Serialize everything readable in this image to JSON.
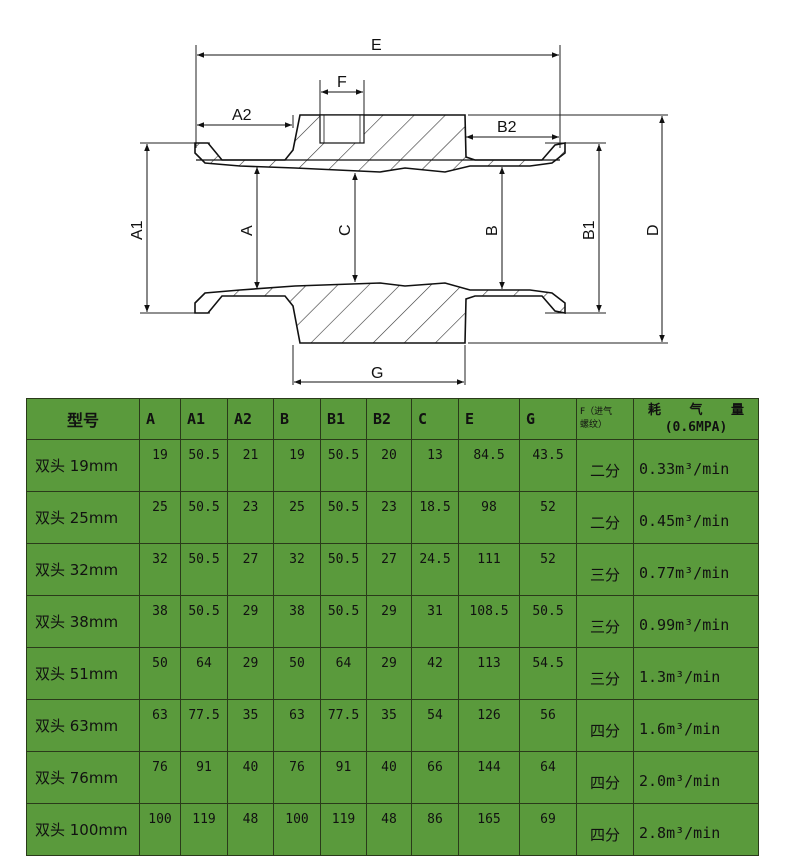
{
  "drawing": {
    "labels": {
      "E": "E",
      "F": "F",
      "A2": "A2",
      "B2": "B2",
      "A1": "A1",
      "A": "A",
      "C": "C",
      "B": "B",
      "B1": "B1",
      "D": "D",
      "G": "G"
    }
  },
  "table": {
    "headers": {
      "type": "型号",
      "A": "A",
      "A1": "A1",
      "A2": "A2",
      "B": "B",
      "B1": "B1",
      "B2": "B2",
      "C": "C",
      "E": "E",
      "G": "G",
      "F_line1": "F（进气",
      "F_line2": "螺纹）",
      "cons_w1": "耗",
      "cons_w2": "气",
      "cons_w3": "量",
      "cons_pressure": "(0.6MPA)"
    },
    "rows": [
      {
        "model": "双头 19mm",
        "A": "19",
        "A1": "50.5",
        "A2": "21",
        "B": "19",
        "B1": "50.5",
        "B2": "20",
        "C": "13",
        "E": "84.5",
        "G": "43.5",
        "F": "二分",
        "cons": "0.33m³/min"
      },
      {
        "model": "双头 25mm",
        "A": "25",
        "A1": "50.5",
        "A2": "23",
        "B": "25",
        "B1": "50.5",
        "B2": "23",
        "C": "18.5",
        "E": "98",
        "G": "52",
        "F": "二分",
        "cons": "0.45m³/min"
      },
      {
        "model": "双头 32mm",
        "A": "32",
        "A1": "50.5",
        "A2": "27",
        "B": "32",
        "B1": "50.5",
        "B2": "27",
        "C": "24.5",
        "E": "111",
        "G": "52",
        "F": "三分",
        "cons": "0.77m³/min"
      },
      {
        "model": "双头 38mm",
        "A": "38",
        "A1": "50.5",
        "A2": "29",
        "B": "38",
        "B1": "50.5",
        "B2": "29",
        "C": "31",
        "E": "108.5",
        "G": "50.5",
        "F": "三分",
        "cons": "0.99m³/min"
      },
      {
        "model": "双头 51mm",
        "A": "50",
        "A1": "64",
        "A2": "29",
        "B": "50",
        "B1": "64",
        "B2": "29",
        "C": "42",
        "E": "113",
        "G": "54.5",
        "F": "三分",
        "cons": "1.3m³/min"
      },
      {
        "model": "双头 63mm",
        "A": "63",
        "A1": "77.5",
        "A2": "35",
        "B": "63",
        "B1": "77.5",
        "B2": "35",
        "C": "54",
        "E": "126",
        "G": "56",
        "F": "四分",
        "cons": "1.6m³/min"
      },
      {
        "model": "双头 76mm",
        "A": "76",
        "A1": "91",
        "A2": "40",
        "B": "76",
        "B1": "91",
        "B2": "40",
        "C": "66",
        "E": "144",
        "G": "64",
        "F": "四分",
        "cons": "2.0m³/min"
      },
      {
        "model": "双头 100mm",
        "A": "100",
        "A1": "119",
        "A2": "48",
        "B": "100",
        "B1": "119",
        "B2": "48",
        "C": "86",
        "E": "165",
        "G": "69",
        "F": "四分",
        "cons": "2.8m³/min"
      }
    ]
  }
}
